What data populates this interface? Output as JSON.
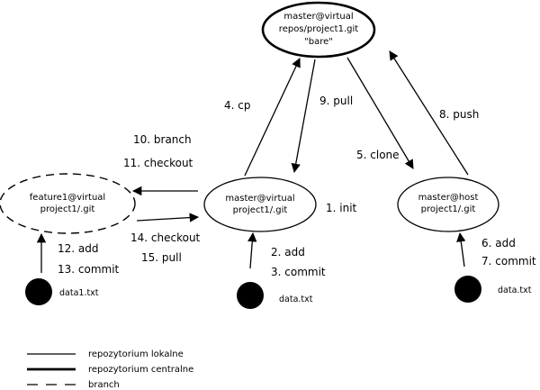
{
  "nodes": {
    "central": {
      "lines": [
        "master@virtual",
        "repos/project1.git",
        "\"bare\""
      ]
    },
    "local_master": {
      "lines": [
        "master@virtual",
        "project1/.git"
      ]
    },
    "host": {
      "lines": [
        "master@host",
        "project1/.git"
      ]
    },
    "feature": {
      "lines": [
        "feature1@virtual",
        "project1/.git"
      ]
    }
  },
  "edge_labels": {
    "cp": "4. cp",
    "pull": "9. pull",
    "push": "8. push",
    "clone": "5. clone",
    "branch": "10. branch",
    "checkout_11": "11. checkout",
    "init": "1. init",
    "checkout_14": "14. checkout",
    "pull_15": "15. pull",
    "add_2": "2. add",
    "commit_3": "3. commit",
    "add_6": "6. add",
    "commit_7": "7. commit",
    "add_12": "12. add",
    "commit_13": "13. commit"
  },
  "files": {
    "feature_file": "data1.txt",
    "master_file": "data.txt",
    "host_file": "data.txt"
  },
  "legend": {
    "local": "repozytorium lokalne",
    "central": "repozytorium centralne",
    "branch": "branch"
  }
}
